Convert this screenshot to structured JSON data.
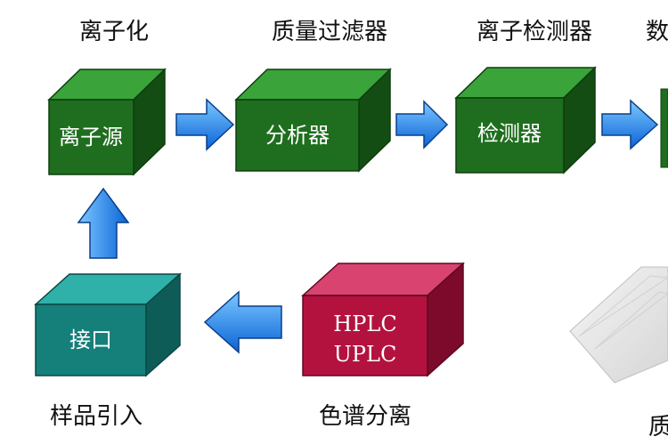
{
  "labels": {
    "ionization": "离子化",
    "mass_filter": "质量过滤器",
    "ion_detection": "离子检测器",
    "data_cut": "数",
    "sample_intro": "样品引入",
    "chromatography": "色谱分离",
    "bottom_right_cut": "质"
  },
  "boxes": {
    "ion_source": "离子源",
    "analyzer": "分析器",
    "detector": "检测器",
    "interface": "接口",
    "hplc_line1": "HPLC",
    "hplc_line2": "UPLC"
  },
  "colors": {
    "green": "#1f6e1f",
    "teal": "#157f7a",
    "crimson": "#b3123f",
    "arrow_blue": "#1e90ff"
  }
}
